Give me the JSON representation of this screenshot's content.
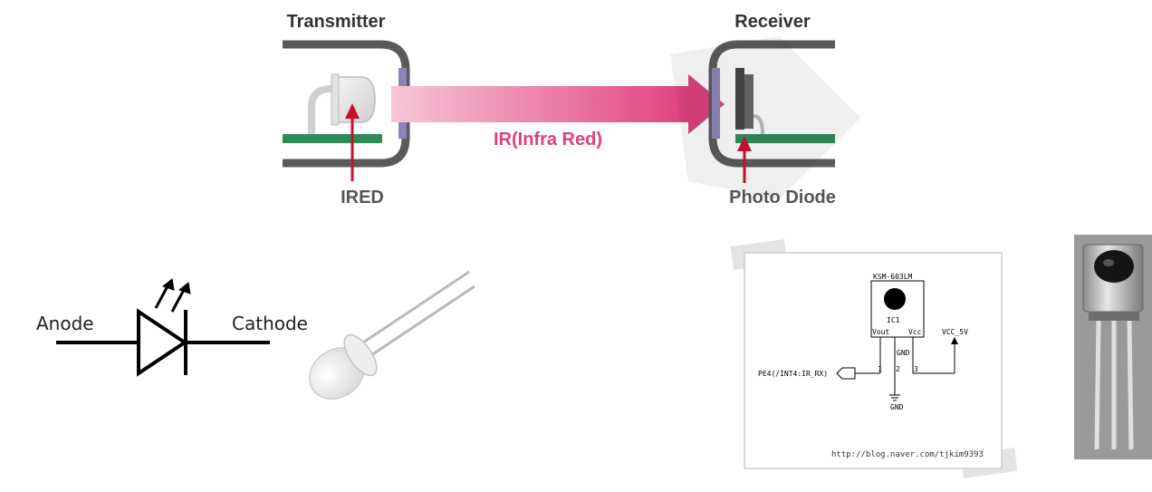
{
  "ir_diagram": {
    "transmitter_label": "Transmitter",
    "receiver_label": "Receiver",
    "beam_label": "IR(Infra Red)",
    "ired_label": "IRED",
    "photodiode_label": "Photo Diode"
  },
  "led_symbol": {
    "anode_label": "Anode",
    "cathode_label": "Cathode"
  },
  "schematic": {
    "part_name": "KSM-603LM",
    "ic_label": "IC1",
    "vout_label": "Vout",
    "vcc_label": "Vcc",
    "gnd_pin_label": "GND",
    "vcc_net_label": "VCC_5V",
    "port_label": "PE4(/INT4:IR_RX)",
    "pin1": "1",
    "pin2": "2",
    "pin3": "3",
    "gnd_symbol_label": "GND",
    "watermark_url": "http://blog.naver.com/tjkim9393"
  },
  "colors": {
    "beam": "#e0407c",
    "board": "#2e8b57",
    "housing": "#5a5a5a",
    "window": "#8c84b8",
    "arrow_red": "#c8102e"
  },
  "icons": [
    "led-component-photo",
    "ir-receiver-module-photo"
  ]
}
